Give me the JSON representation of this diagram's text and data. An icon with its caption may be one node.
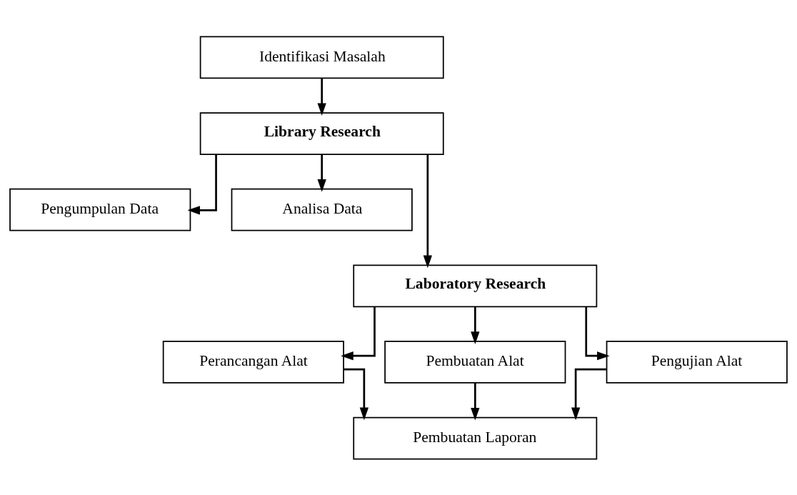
{
  "diagram": {
    "nodes": [
      {
        "text": [
          "Identifikasi Masalah"
        ]
      },
      {
        "text": [
          "Library Research"
        ]
      },
      {
        "text": [
          "Pengumpulan Data"
        ]
      },
      {
        "text": [
          "Analisa Data"
        ]
      },
      {
        "text": [
          "Laboratory Research"
        ]
      },
      {
        "text": [
          "Perancangan Alat"
        ]
      },
      {
        "text": [
          "Pembuatan Alat"
        ]
      },
      {
        "text": [
          "Pengujian Alat"
        ]
      },
      {
        "text": [
          "Pembuatan Laporan"
        ]
      }
    ],
    "edges": [
      {
        "from": 0,
        "to": 1,
        "arrow": "to"
      },
      {
        "from": 1,
        "to": 2,
        "arrow": "to"
      },
      {
        "from": 1,
        "to": 3,
        "arrow": "to"
      },
      {
        "from": 1,
        "to": 4,
        "arrow": "to"
      },
      {
        "from": 4,
        "to": 5,
        "arrow": "to"
      },
      {
        "from": 4,
        "to": 6,
        "arrow": "to"
      },
      {
        "from": 4,
        "to": 7,
        "arrow": "to"
      },
      {
        "from": 5,
        "to": 8,
        "arrow": "to"
      },
      {
        "from": 6,
        "to": 8,
        "arrow": "to"
      },
      {
        "from": 7,
        "to": 8,
        "arrow": "to"
      }
    ]
  }
}
